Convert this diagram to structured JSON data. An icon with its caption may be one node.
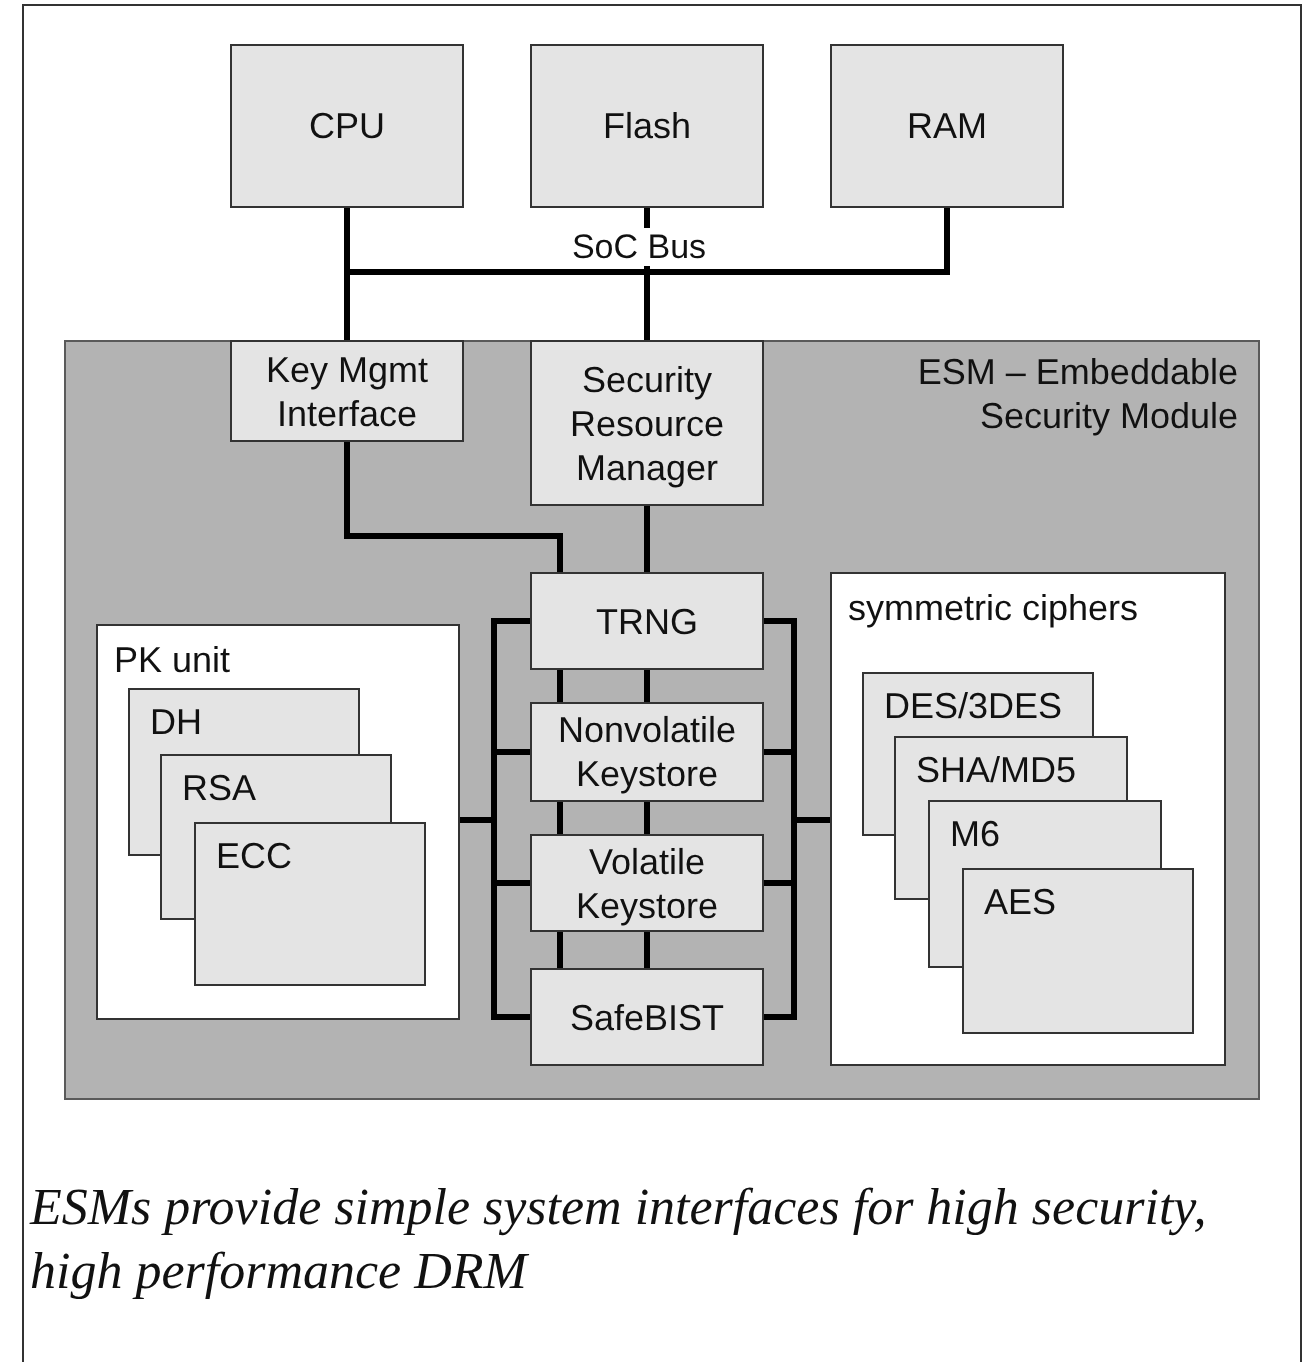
{
  "diagram": {
    "nodes": [
      {
        "text": [
          "CPU"
        ]
      },
      {
        "text": [
          "Flash"
        ]
      },
      {
        "text": [
          "RAM"
        ]
      },
      {
        "text": [
          "ESM – Embeddable Security Module"
        ]
      },
      {
        "text": [
          "Key Mgmt Interface"
        ],
        "in": 3
      },
      {
        "text": [
          "Security Resource Manager"
        ],
        "in": 3
      },
      {
        "text": [
          "PK unit"
        ],
        "in": 3
      },
      {
        "text": [
          "DH"
        ],
        "in": 6
      },
      {
        "text": [
          "RSA"
        ],
        "in": 6
      },
      {
        "text": [
          "ECC"
        ],
        "in": 6
      },
      {
        "text": [
          "TRNG"
        ],
        "in": 3
      },
      {
        "text": [
          "Nonvolatile Keystore"
        ],
        "in": 3
      },
      {
        "text": [
          "Volatile Keystore"
        ],
        "in": 3
      },
      {
        "text": [
          "SafeBIST"
        ],
        "in": 3
      },
      {
        "text": [
          "symmetric ciphers"
        ],
        "in": 3
      },
      {
        "text": [
          "DES/3DES"
        ],
        "in": 14
      },
      {
        "text": [
          "SHA/MD5"
        ],
        "in": 14
      },
      {
        "text": [
          "M6"
        ],
        "in": 14
      },
      {
        "text": [
          "AES"
        ],
        "in": 14
      }
    ],
    "edges": [
      {
        "from": 0,
        "to": 4,
        "arrow": "none"
      },
      {
        "from": 1,
        "to": 5,
        "arrow": "none"
      },
      {
        "from": 0,
        "to": 2,
        "arrow": "none",
        "label": "SoC Bus"
      },
      {
        "from": 4,
        "to": 10,
        "arrow": "none"
      },
      {
        "from": 5,
        "to": 10,
        "arrow": "none"
      },
      {
        "from": 10,
        "to": 11,
        "arrow": "none"
      },
      {
        "from": 10,
        "to": 11,
        "arrow": "none"
      },
      {
        "from": 11,
        "to": 12,
        "arrow": "none"
      },
      {
        "from": 11,
        "to": 12,
        "arrow": "none"
      },
      {
        "from": 12,
        "to": 13,
        "arrow": "none"
      },
      {
        "from": 12,
        "to": 13,
        "arrow": "none"
      },
      {
        "from": 6,
        "to": 10,
        "arrow": "none"
      },
      {
        "from": 6,
        "to": 11,
        "arrow": "none"
      },
      {
        "from": 6,
        "to": 12,
        "arrow": "none"
      },
      {
        "from": 6,
        "to": 13,
        "arrow": "none"
      },
      {
        "from": 10,
        "to": 14,
        "arrow": "none"
      },
      {
        "from": 11,
        "to": 14,
        "arrow": "none"
      },
      {
        "from": 12,
        "to": 14,
        "arrow": "none"
      },
      {
        "from": 13,
        "to": 14,
        "arrow": "none"
      }
    ],
    "caption": "ESMs provide simple system interfaces for high security, high performance DRM"
  }
}
